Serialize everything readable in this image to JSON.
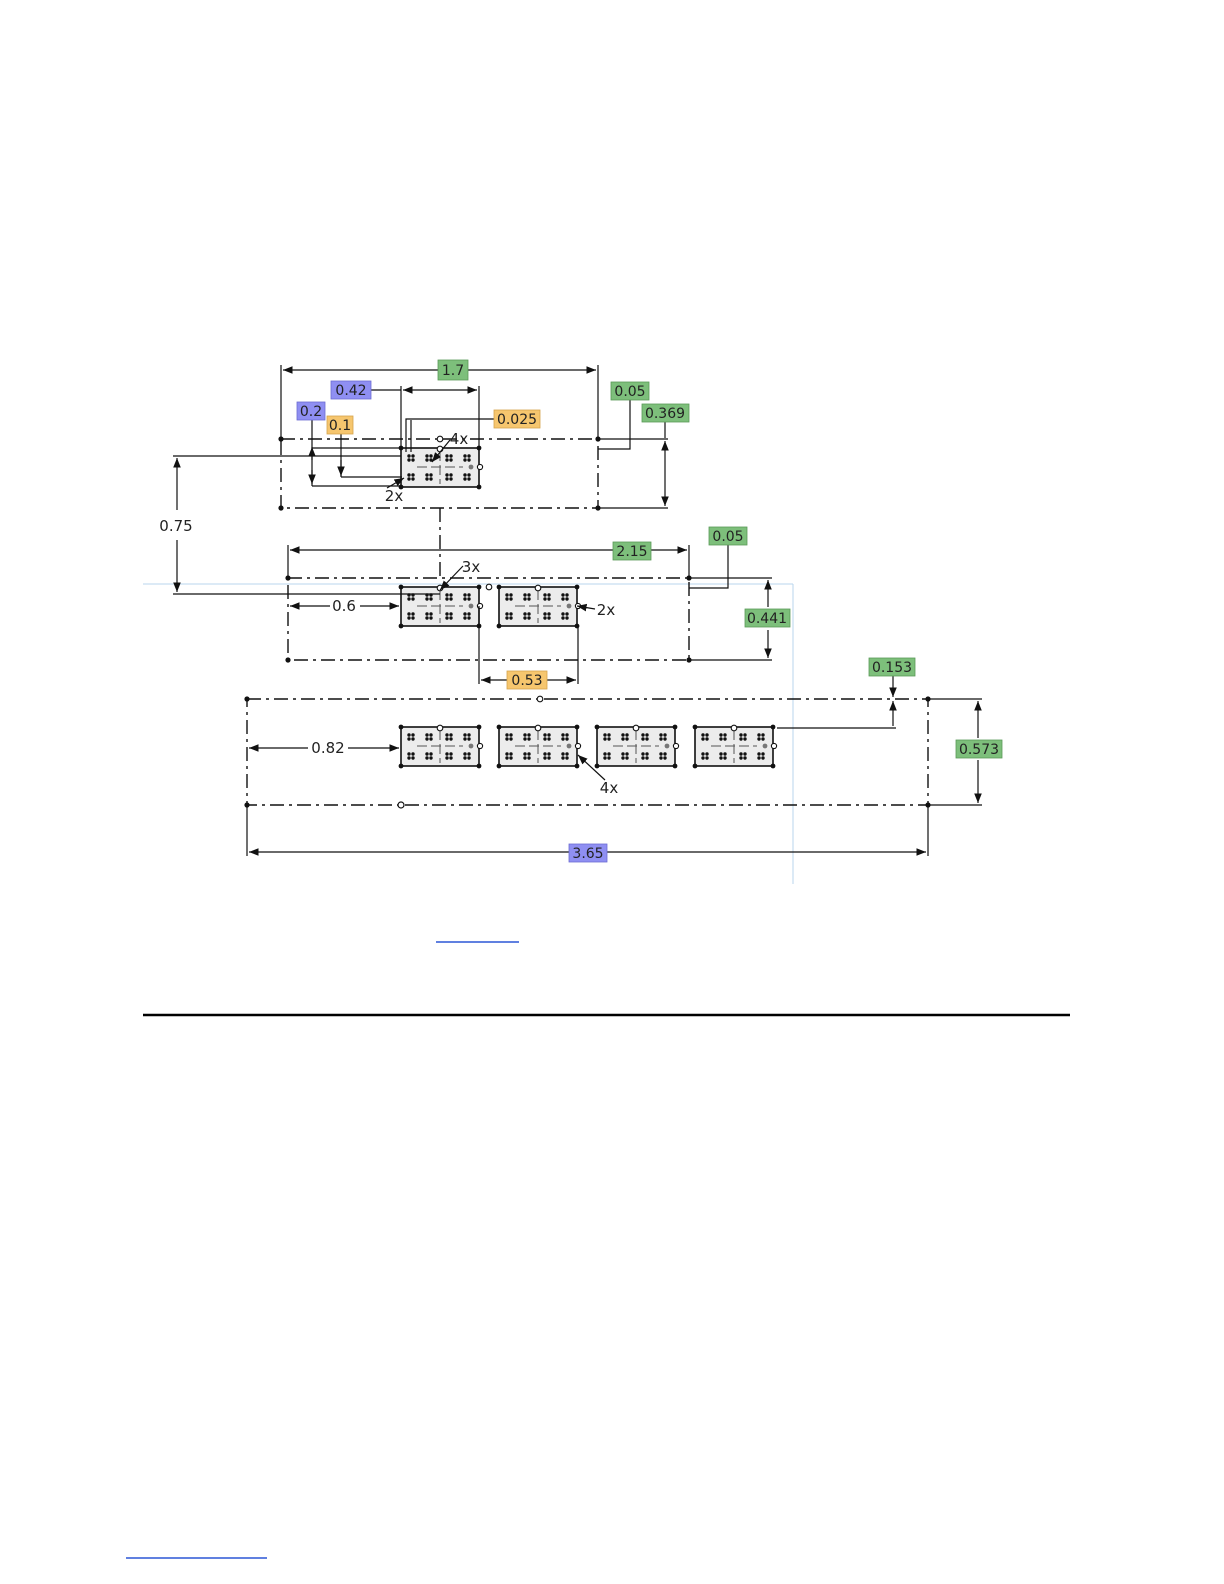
{
  "colors": {
    "green": "#7dbf7b",
    "blue": "#8f8ff2",
    "orange": "#f6c66e",
    "line": "#111111"
  },
  "dimensions": {
    "top_width": "1.7",
    "cell_width": "0.42",
    "offset_x_small": "0.2",
    "offset_y_small": "0.1",
    "gap_top": "0.025",
    "margin_top_right": "0.05",
    "top_height": "0.369",
    "pattern_top": "4x",
    "pattern_small": "2x",
    "row_spacing": "0.75",
    "mid_width": "2.15",
    "margin_mid_right": "0.05",
    "pattern_mid": "3x",
    "mid_offset": "0.6",
    "mid_pattern_side": "2x",
    "mid_height": "0.441",
    "mid_pitch": "0.53",
    "bottom_gap": "0.153",
    "bottom_offset": "0.82",
    "bottom_height": "0.573",
    "bottom_pattern": "4x",
    "bottom_width": "3.65"
  }
}
